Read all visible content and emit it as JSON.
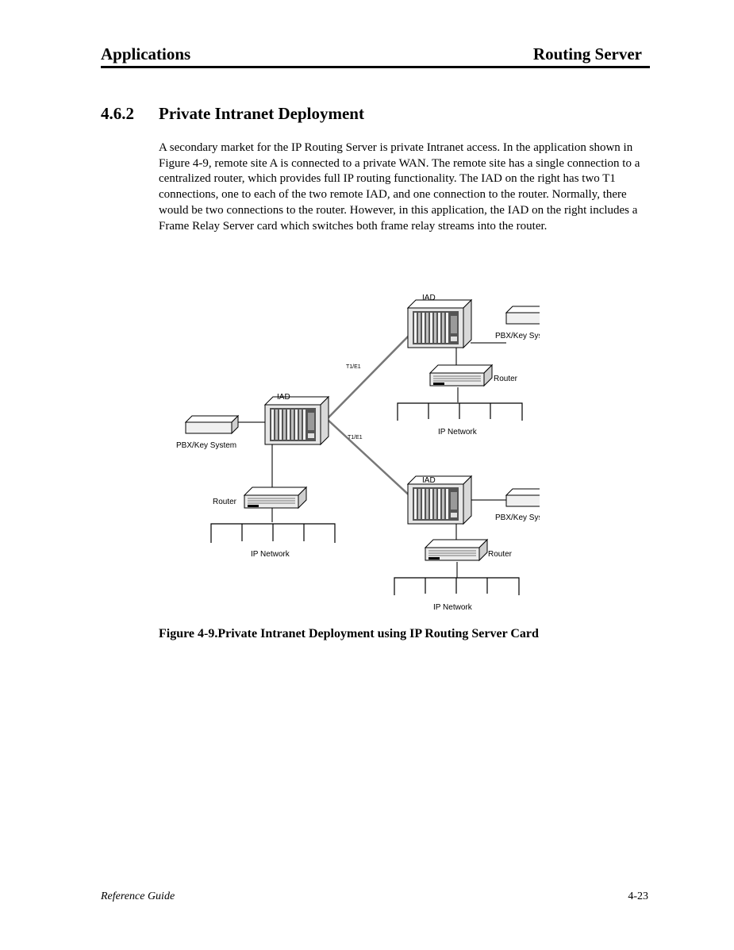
{
  "header": {
    "left": "Applications",
    "right": "Routing Server"
  },
  "section": {
    "number": "4.6.2",
    "title": "Private Intranet Deployment"
  },
  "body": {
    "paragraph": "A secondary market for the IP Routing Server is private Intranet access. In the application shown in Figure 4-9, remote site A is connected to a private WAN. The remote site has a single connection to a centralized router, which provides full IP routing functionality. The IAD on the right has two T1 connections, one to each of the two remote IAD, and one connection to the router. Normally, there would be two connections to the router. However, in this application, the IAD on the right includes a Frame Relay Server card which switches both frame relay streams into the router."
  },
  "diagram": {
    "labels": {
      "iad_top": "IAD",
      "pbx_top": "PBX/Key System",
      "router_top": "Router",
      "network_top": "IP Network",
      "link_top": "T1/E1",
      "iad_left": "IAD",
      "pbx_left": "PBX/Key System",
      "link_bottom": "T1/E1",
      "router_left": "Router",
      "network_left": "IP Network",
      "iad_bottom": "IAD",
      "pbx_bottom": "PBX/Key System",
      "router_bottom": "Router",
      "network_bottom": "IP Network"
    }
  },
  "figure": {
    "caption": "Figure 4-9.Private Intranet Deployment using IP Routing Server Card"
  },
  "footer": {
    "left": "Reference Guide",
    "right": "4-23"
  }
}
